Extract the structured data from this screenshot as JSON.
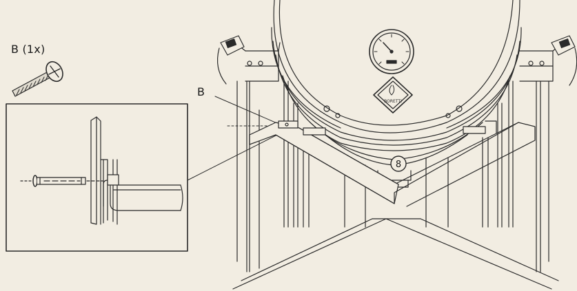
{
  "labels": {
    "part_quantity": "B (1x)",
    "callout": "B",
    "step_number": "8",
    "brand_mark": "BORETTI"
  },
  "colors": {
    "background": "#f2ede2",
    "line": "#2a2a2a",
    "fill": "#f2ede2"
  },
  "icons": {
    "bolt": "bolt-icon",
    "thermometer": "thermometer-icon",
    "brand_badge": "brand-badge-icon"
  }
}
